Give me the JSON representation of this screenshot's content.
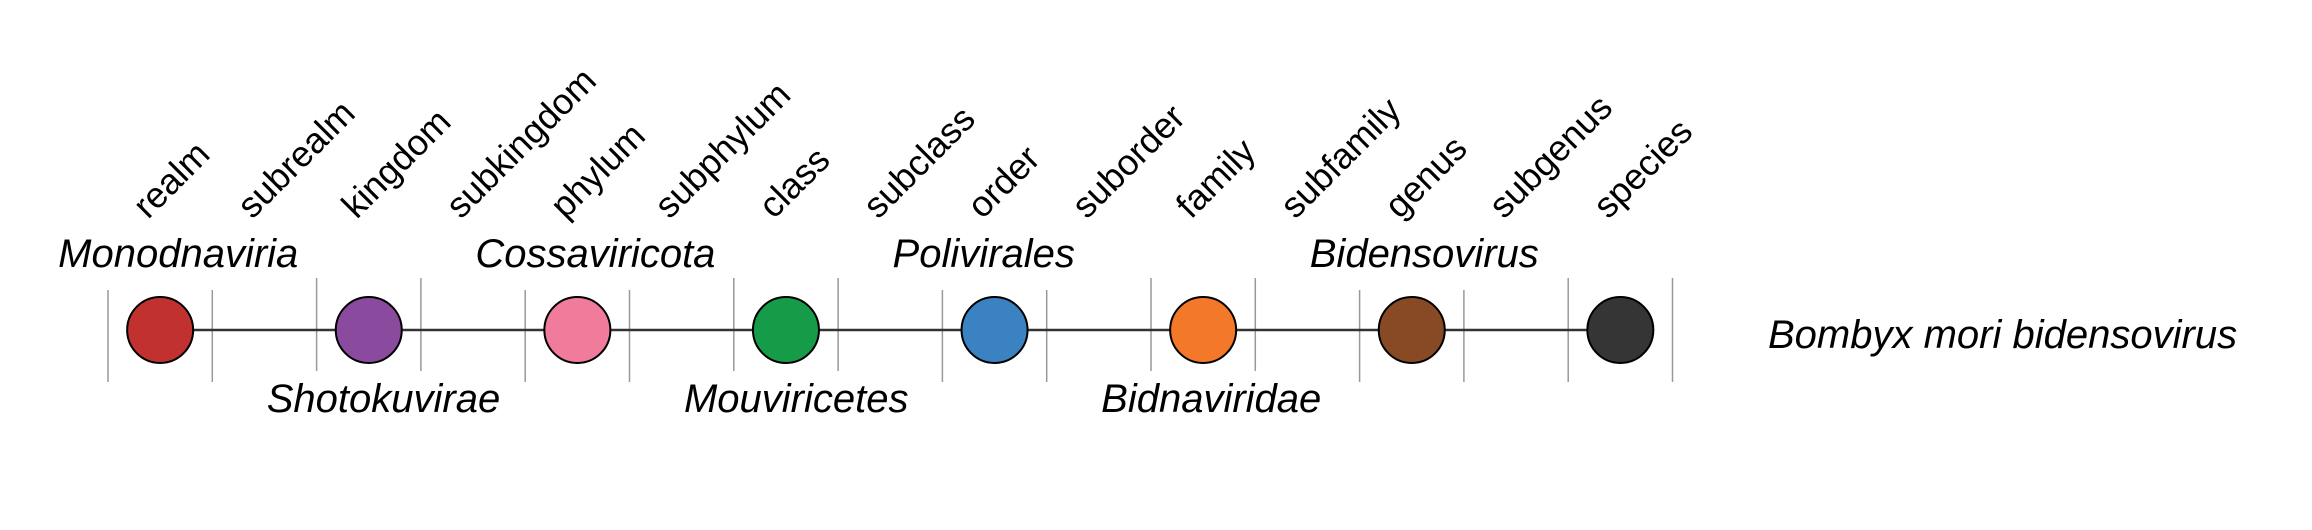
{
  "ranks": [
    "realm",
    "subrealm",
    "kingdom",
    "subkingdom",
    "phylum",
    "subphylum",
    "class",
    "subclass",
    "order",
    "suborder",
    "family",
    "subfamily",
    "genus",
    "subgenus",
    "species"
  ],
  "nodes": [
    {
      "rank": "realm",
      "taxon": "Monodnaviria",
      "label_side": "above",
      "color": "#c0312f"
    },
    {
      "rank": "kingdom",
      "taxon": "Shotokuvirae",
      "label_side": "below",
      "color": "#8a4a9e"
    },
    {
      "rank": "phylum",
      "taxon": "Cossaviricota",
      "label_side": "above",
      "color": "#f07b9b"
    },
    {
      "rank": "class",
      "taxon": "Mouviricetes",
      "label_side": "below",
      "color": "#169c48"
    },
    {
      "rank": "order",
      "taxon": "Polivirales",
      "label_side": "above",
      "color": "#3a82c2"
    },
    {
      "rank": "family",
      "taxon": "Bidnaviridae",
      "label_side": "below",
      "color": "#f37829"
    },
    {
      "rank": "genus",
      "taxon": "Bidensovirus",
      "label_side": "above",
      "color": "#874a25"
    },
    {
      "rank": "species",
      "taxon": "",
      "label_side": "none",
      "color": "#353535"
    }
  ],
  "species_name": "Bombyx mori bidensovirus"
}
